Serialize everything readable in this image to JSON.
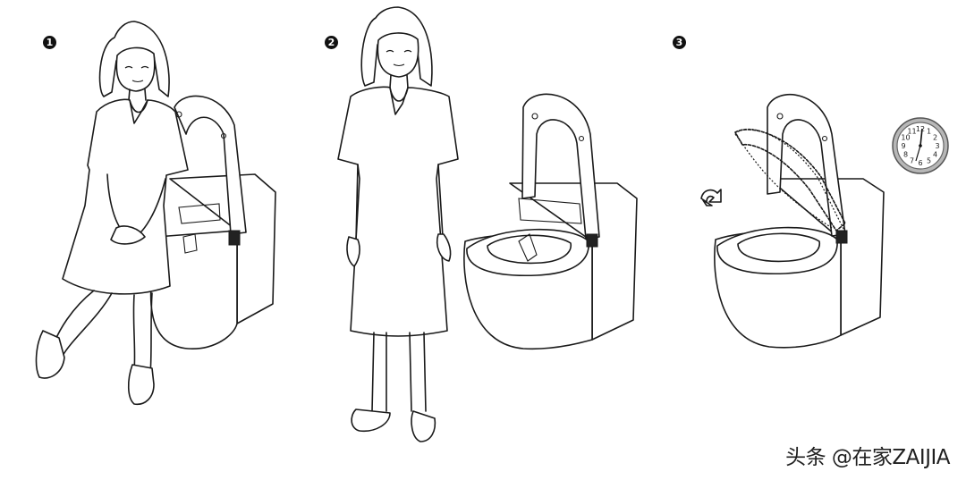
{
  "steps": [
    {
      "badge": "1"
    },
    {
      "badge": "2"
    },
    {
      "badge": "3"
    }
  ],
  "clock": {
    "numerals": [
      "12",
      "1",
      "2",
      "3",
      "4",
      "5",
      "6",
      "7",
      "8",
      "9",
      "10",
      "11"
    ]
  },
  "watermark": {
    "text": "头条 @在家ZAIJIA"
  },
  "icons": {
    "rotate": "rotate-arrow-icon",
    "clock": "clock-icon"
  }
}
